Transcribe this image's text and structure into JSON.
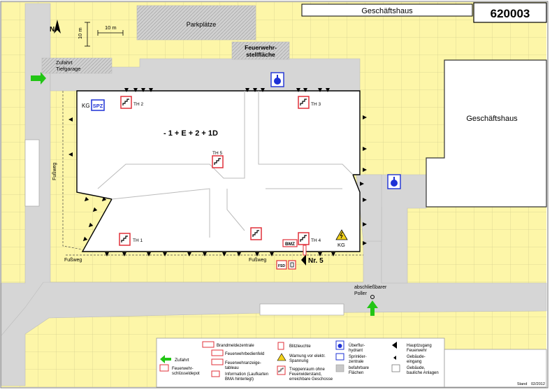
{
  "header": {
    "title": "Geschäftshaus",
    "object_number": "620003"
  },
  "scale": {
    "north": "N",
    "vertical": "10 m",
    "horizontal": "10 m"
  },
  "labels": {
    "parking": "Parkplätze",
    "fire_area_1": "Feuerwehr-",
    "fire_area_2": "stellfläche",
    "driveway_1": "Zufahrt",
    "driveway_2": "Tiefgarage",
    "neighbor": "Geschäftshaus",
    "floors": "- 1 + E + 2 + 1D",
    "basement_left": "KG",
    "basement_right": "KG",
    "spz": "SPZ",
    "th1": "TH 1",
    "th2": "TH 2",
    "th3": "TH 3",
    "th4": "TH 4",
    "th5": "TH 5",
    "footpath_vertical": "Fußweg",
    "footpath_left": "Fußweg",
    "footpath_mid": "Fußweg",
    "entrance": "Nr. 5",
    "bmz": "BMZ",
    "fsd": "FSD",
    "bollard_1": "abschließbarer",
    "bollard_2": "Poller"
  },
  "legend": {
    "zufahrt": "Zufahrt",
    "fsd_1": "Feuerwehr-",
    "fsd_2": "schlüsseldepot",
    "bmz": "Brandmeldezentrale",
    "fbf": "Feuerwehrbedienfeld",
    "fat_1": "Feuerwehranzeige-",
    "fat_2": "tableau",
    "if_1": "Information (Laufkarten",
    "if_2": "BMA hinterlegt)",
    "blitz": "Blitzleuchte",
    "warn_1": "Warnung vor elektr.",
    "warn_2": "Spannung",
    "trep_1": "Treppenraum ohne",
    "trep_2": "Feuerwiderstand,",
    "trep_3": "erreichbare Geschosse",
    "hydrant_1": "Überflur-",
    "hydrant_2": "hydrant",
    "sprinkler_1": "Sprinkler-",
    "sprinkler_2": "zentrale",
    "flaechen_1": "befahrbare",
    "flaechen_2": "Flächen",
    "haupt_1": "Hauptzugang",
    "haupt_2": "Feuerwehr",
    "eingang_1": "Gebäude-",
    "eingang_2": "eingang",
    "gebaeude_1": "Gebäude,",
    "gebaeude_2": "bauliche Anlagen"
  },
  "footer": {
    "stand_label": "Stand",
    "stand_date": "02/2012"
  },
  "colors": {
    "land": "#fdf6a8",
    "grid": "#d4cf8f",
    "road": "#d6d6d6",
    "building": "#ffffff",
    "red": "#e0303a",
    "blue": "#1d31d6",
    "green": "#22c515"
  }
}
